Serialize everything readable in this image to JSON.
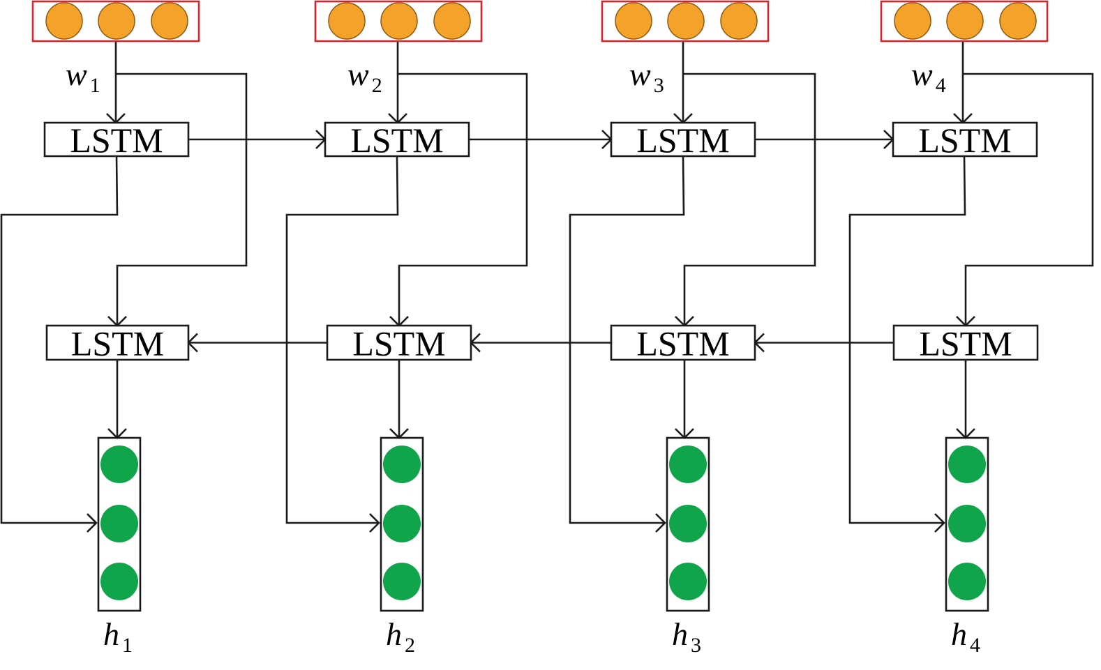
{
  "colors": {
    "input_node": "#F5A22B",
    "input_node_stroke": "#8a5a14",
    "input_frame": "#d4262e",
    "output_node": "#10A54A",
    "line": "#1a1a1a"
  },
  "lstm_label": "LSTM",
  "columns": [
    {
      "input_label": "w",
      "input_sub": "1",
      "output_label": "h",
      "output_sub": "1"
    },
    {
      "input_label": "w",
      "input_sub": "2",
      "output_label": "h",
      "output_sub": "2"
    },
    {
      "input_label": "w",
      "input_sub": "3",
      "output_label": "h",
      "output_sub": "3"
    },
    {
      "input_label": "w",
      "input_sub": "4",
      "output_label": "h",
      "output_sub": "4"
    }
  ]
}
